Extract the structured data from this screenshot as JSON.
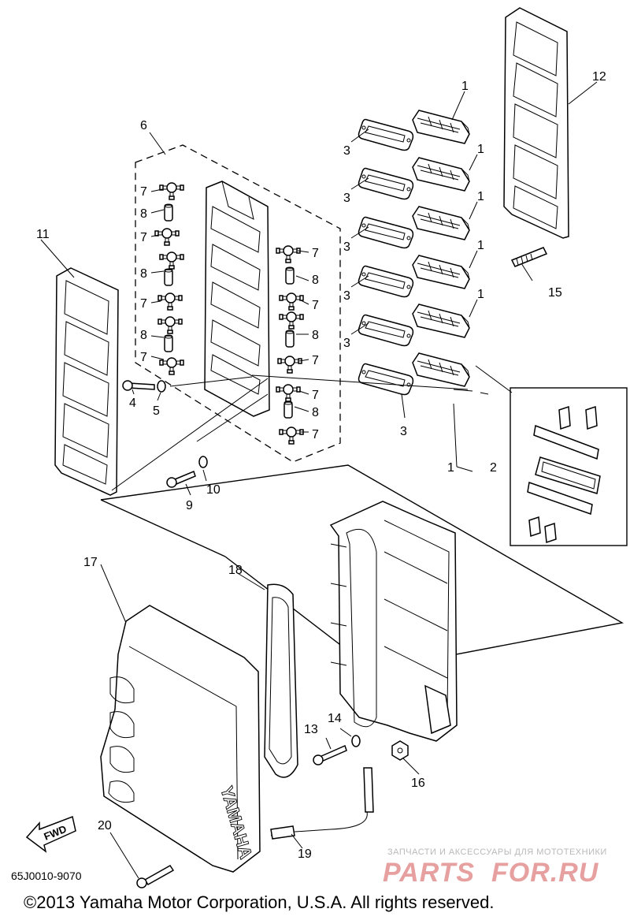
{
  "diagram_code": "65J0010-9070",
  "copyright": "©2013 Yamaha Motor Corporation, U.S.A. All rights reserved.",
  "fwd_label": "FWD",
  "brand_on_cover": "YAMAHA",
  "watermark": {
    "tagline": "ЗАПЧАСТИ И АКСЕССУАРЫ ДЛЯ МОТОТЕХНИКИ",
    "logo_left": "PARTS",
    "logo_right": "FOR.RU"
  },
  "callouts": {
    "c1a": "1",
    "c1b": "1",
    "c1c": "1",
    "c1d": "1",
    "c1e": "1",
    "c1f": "1",
    "c2": "2",
    "c3a": "3",
    "c3b": "3",
    "c3c": "3",
    "c3d": "3",
    "c3e": "3",
    "c3f": "3",
    "c4": "4",
    "c5": "5",
    "c6": "6",
    "c7a": "7",
    "c7b": "7",
    "c7c": "7",
    "c7d": "7",
    "c7e": "7",
    "c7f": "7",
    "c7g": "7",
    "c7h": "7",
    "c7i": "7",
    "c8a": "8",
    "c8b": "8",
    "c8c": "8",
    "c8d": "8",
    "c8e": "8",
    "c8f": "8",
    "c9": "9",
    "c10": "10",
    "c11": "11",
    "c12": "12",
    "c13": "13",
    "c14": "14",
    "c15": "15",
    "c16": "16",
    "c17": "17",
    "c18": "18",
    "c19": "19",
    "c20": "20"
  }
}
